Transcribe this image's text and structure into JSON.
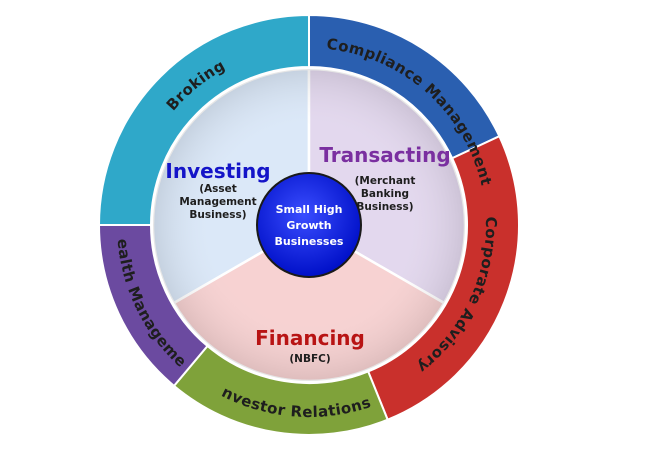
{
  "outer_ring": [
    {
      "label": "Broking",
      "color": "#2fa8c9"
    },
    {
      "label": "Compliance Management",
      "color": "#2a5fb0"
    },
    {
      "label": "Corporate Advisory",
      "color": "#c9302c"
    },
    {
      "label": "Investor Relations",
      "color": "#7fa23a"
    },
    {
      "label": "Wealth Management",
      "color": "#6b4aa0"
    }
  ],
  "inner_segments": [
    {
      "title": "Investing",
      "subtitle": [
        "(Asset",
        "Management",
        "Business)"
      ],
      "title_color": "#1414c8",
      "fill": "#dbe8f8"
    },
    {
      "title": "Transacting",
      "subtitle": [
        "(Merchant",
        "Banking",
        "Business)"
      ],
      "title_color": "#7a2fa0",
      "fill": "#e3d8ee"
    },
    {
      "title": "Financing",
      "subtitle": [
        "(NBFC)"
      ],
      "title_color": "#b81414",
      "fill": "#f7d2d2"
    }
  ],
  "center": {
    "lines": [
      "Small High",
      "Growth",
      "Businesses"
    ],
    "fill": "#0a1ee6"
  }
}
